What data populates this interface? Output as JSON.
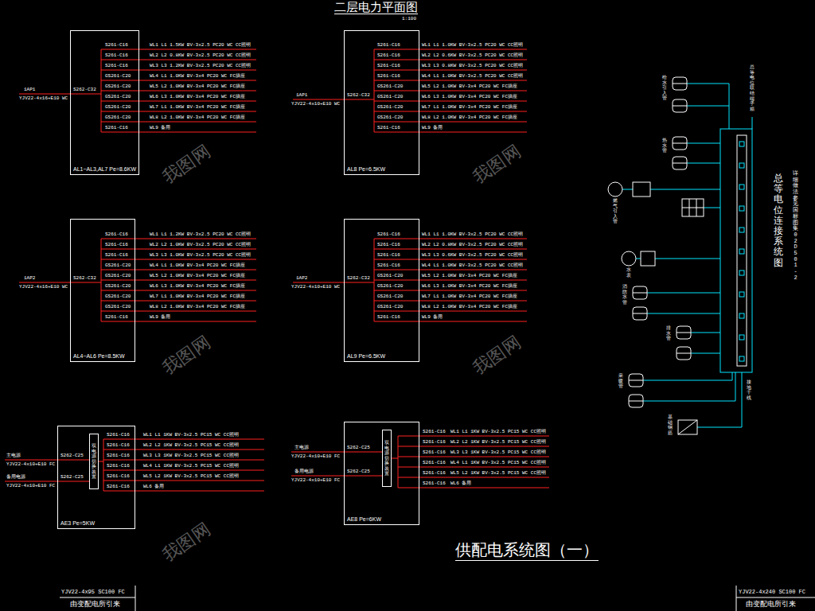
{
  "diagram": {
    "title": "二层电力平面图",
    "caption": "供配电系统图（一）",
    "nodes": [
      {
        "text": [
          "AL1~AL3,AL7 Pe=8.6KW"
        ]
      },
      {
        "text": [
          "AL8 Pe=6.5KW"
        ]
      },
      {
        "text": [
          "AL4~AL6 Pe=8.5KW"
        ]
      },
      {
        "text": [
          "AL9 Pe=6.5KW"
        ]
      },
      {
        "text": [
          "AE3 Pe=5KW"
        ]
      },
      {
        "text": [
          "双电源切换装置"
        ],
        "in": 4
      },
      {
        "text": [
          "AE8 Pe=6KW"
        ]
      },
      {
        "text": [
          "双电源切换装置"
        ],
        "in": 6
      }
    ],
    "labels": [
      "1:100",
      "1AP1",
      "YJV22-4x16+E10 WC",
      "S262-C32",
      "S261-C16",
      "S261-C16",
      "S261-C16",
      "GS261-C20",
      "GS261-C20",
      "GS261-C20",
      "GS261-C20",
      "GS261-C20",
      "S261-C16",
      "WL1 L1 1.5KW BV-3x2.5 PC20 WC CC照明",
      "WL2 L2 0.8KW BV-3x2.5 PC20 WC CC照明",
      "WL3 L3 1.2KW BV-3x2.5 PC20 WC CC照明",
      "WL4 L1 1.0KW BV-3x4 PC20 WC FC插座",
      "WL5 L2 1.0KW BV-3x4 PC20 WC FC插座",
      "WL6 L3 1.0KW BV-3x4 PC20 WC FC插座",
      "WL7 L1 1.0KW BV-3x4 PC20 WC FC插座",
      "WL8 L2 1.0KW BV-3x4 PC20 WC FC插座",
      "WL9 备用",
      "1AP1",
      "YJV22-4x10+E10 WC",
      "S262-C32",
      "S261-C16",
      "S261-C16",
      "S261-C16",
      "S261-C16",
      "GS261-C20",
      "GS261-C20",
      "GS261-C20",
      "GS261-C20",
      "S261-C16",
      "WL1 L1 1.0KW BV-3x2.5 PC20 WC CC照明",
      "WL2 L2 0.6KW BV-3x2.5 PC20 WC CC照明",
      "WL3 L3 0.8KW BV-3x2.5 PC20 WC CC照明",
      "WL4 L1 1.0KW BV-3x2.5 PC20 WC CC照明",
      "WL5 L2 1.0KW BV-3x4 PC20 WC FC插座",
      "WL6 L3 1.0KW BV-3x4 PC20 WC FC插座",
      "WL7 L1 1.0KW BV-3x4 PC20 WC FC插座",
      "WL8 L2 1.0KW BV-3x4 PC20 WC FC插座",
      "WL9 备用",
      "1AP2",
      "YJV22-4x16+E10 WC",
      "S262-C32",
      "S261-C16",
      "S261-C16",
      "S261-C16",
      "GS261-C20",
      "GS261-C20",
      "GS261-C20",
      "GS261-C20",
      "GS261-C20",
      "S261-C16",
      "WL1 L1 1.2KW BV-3x2.5 PC20 WC CC照明",
      "WL2 L2 1.0KW BV-3x2.5 PC20 WC CC照明",
      "WL3 L3 1.0KW BV-3x2.5 PC20 WC CC照明",
      "WL4 L1 1.0KW BV-3x4 PC20 WC FC插座",
      "WL5 L2 1.0KW BV-3x4 PC20 WC FC插座",
      "WL6 L3 1.0KW BV-3x4 PC20 WC FC插座",
      "WL7 L1 1.0KW BV-3x4 PC20 WC FC插座",
      "WL8 L2 1.0KW BV-3x4 PC20 WC FC插座",
      "WL9 备用",
      "1AP2",
      "YJV22-4x10+E10 WC",
      "S262-C32",
      "S261-C16",
      "S261-C16",
      "S261-C16",
      "S261-C16",
      "GS261-C20",
      "GS261-C20",
      "GS261-C20",
      "GS261-C20",
      "S261-C16",
      "WL1 L1 1.0KW BV-3x2.5 PC20 WC CC照明",
      "WL2 L2 0.8KW BV-3x2.5 PC20 WC CC照明",
      "WL3 L3 0.6KW BV-3x2.5 PC20 WC CC照明",
      "WL4 L1 1.0KW BV-3x2.5 PC20 WC CC照明",
      "WL5 L2 1.0KW BV-3x4 PC20 WC FC插座",
      "WL6 L3 1.0KW BV-3x4 PC20 WC FC插座",
      "WL7 L1 1.0KW BV-3x4 PC20 WC FC插座",
      "WL8 L2 1.0KW BV-3x4 PC20 WC FC插座",
      "WL9 备用",
      "主电源",
      "YJV22-4x10+E10 FC",
      "备用电源",
      "YJV22-4x10+E10 FC",
      "S262-C25",
      "S262-C25",
      "S261-C16",
      "S261-C16",
      "S261-C16",
      "S261-C16",
      "S261-C16",
      "S261-C16",
      "WL1 L1 1KW BV-3x2.5 PC15 WC CC照明",
      "WL2 L2 1KW BV-3x2.5 PC15 WC CC照明",
      "WL3 L3 1KW BV-3x2.5 PC15 WC CC照明",
      "WL4 L1 1KW BV-3x2.5 PC15 WC CC照明",
      "WL5 L2 1KW BV-3x2.5 PC15 WC CC照明",
      "WL6 备用",
      "主电源",
      "YJV22-4x10+E10 FC",
      "备用电源",
      "YJV22-4x10+E10 FC",
      "S262-C25",
      "S262-C25",
      "S261-C16",
      "S261-C16",
      "S261-C16",
      "S261-C16",
      "S261-C16",
      "S261-C16",
      "WL1 L1 1KW BV-3x2.5 PC15 WC CC照明",
      "WL2 L2 1KW BV-3x2.5 PC15 WC CC照明",
      "WL3 L3 1KW BV-3x2.5 PC15 WC CC照明",
      "WL4 L1 1KW BV-3x2.5 PC15 WC CC照明",
      "WL5 L2 1KW BV-3x2.5 PC15 WC CC照明",
      "WL6 备用",
      "总等电位联结端子箱",
      "给水引入管",
      "热水管",
      "燃气引入管",
      "水表",
      "消防水管",
      "排水管",
      "采暖管",
      "基础钢筋",
      "接地干线",
      "总等电位连接系统图",
      "详细做法参见国标图集02D501-2",
      "YJV22-4x95 SC100 FC",
      "由变配电所引来",
      "YJV22-4x240 SC100 FC",
      "由变配电所引来",
      "我图网",
      "我图网",
      "我图网",
      "我图网",
      "我图网"
    ]
  }
}
